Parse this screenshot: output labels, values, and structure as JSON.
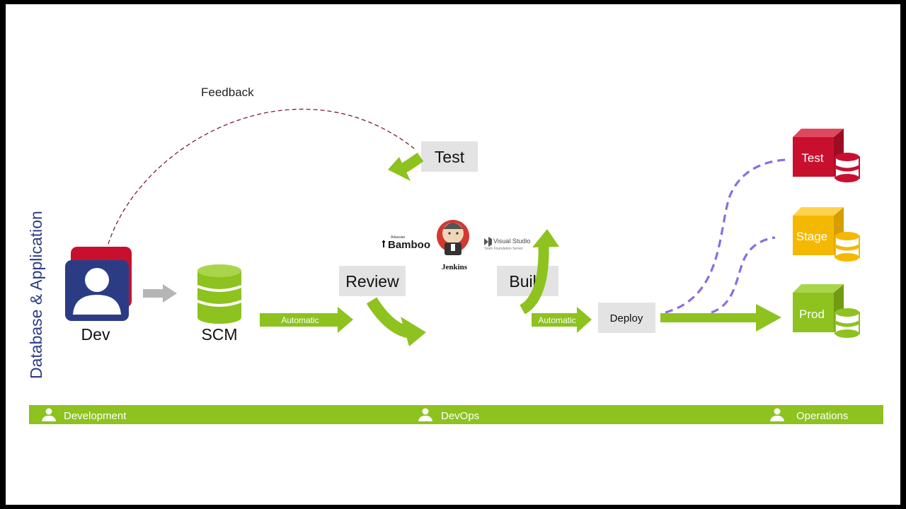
{
  "side_label": "Database & Application",
  "feedback_label": "Feedback",
  "nodes": {
    "dev": "Dev",
    "scm": "SCM",
    "review": "Review",
    "build": "Build",
    "test": "Test",
    "deploy": "Deploy"
  },
  "arrows": {
    "automatic_1": "Automatic",
    "automatic_2": "Automatic"
  },
  "tools": {
    "bamboo_small": "Atlassian",
    "bamboo": "Bamboo",
    "jenkins": "Jenkins",
    "visual_studio": "Visual Studio",
    "visual_studio_sub": "Team Foundation Server"
  },
  "environments": {
    "test": "Test",
    "stage": "Stage",
    "prod": "Prod"
  },
  "bottom_bar": {
    "development": "Development",
    "devops": "DevOps",
    "operations": "Operations"
  },
  "colors": {
    "green": "#8dc21f",
    "red": "#c8102e",
    "yellow": "#f5b800",
    "navy": "#2b3c85",
    "gray_box": "#e3e3e3",
    "purple_dash": "#8a6de0"
  }
}
